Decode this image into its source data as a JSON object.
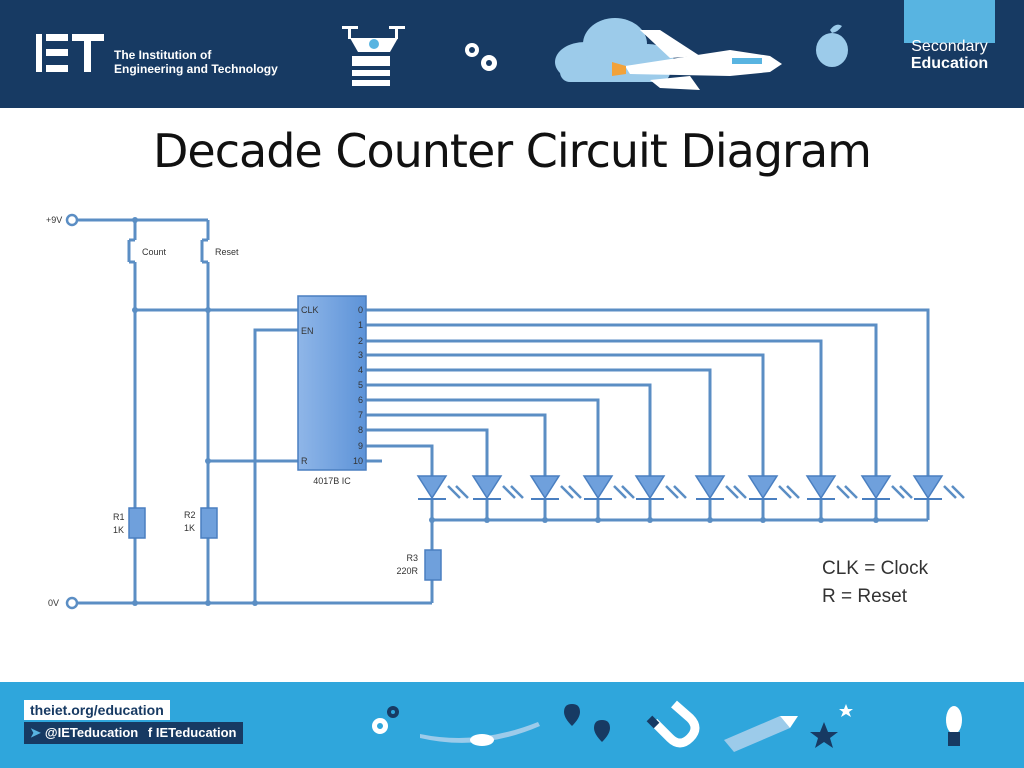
{
  "header": {
    "logo_letters": "IET",
    "org_line1": "The Institution of",
    "org_line2": "Engineering and Technology",
    "badge_top": "Secondary",
    "badge_bottom": "Education",
    "bg_color": "#173a63",
    "accent_color": "#58b4e1"
  },
  "title": "Decade Counter Circuit Diagram",
  "circuit": {
    "supply_label": "+9V",
    "ground_label": "0V",
    "switch_count": "Count",
    "switch_reset": "Reset",
    "ic_pins_left": [
      "CLK",
      "EN",
      "R"
    ],
    "ic_outputs": [
      "0",
      "1",
      "2",
      "3",
      "4",
      "5",
      "6",
      "7",
      "8",
      "9",
      "10"
    ],
    "ic_label": "4017B IC",
    "r1_name": "R1",
    "r1_value": "1K",
    "r2_name": "R2",
    "r2_value": "1K",
    "r3_name": "R3",
    "r3_value": "220R",
    "legend_clk": "CLK = Clock",
    "legend_r": "R = Reset",
    "wire_color": "#5b8ec4"
  },
  "footer": {
    "url": "theiet.org/education",
    "twitter": "@IETeducation",
    "facebook": "IETeducation",
    "bg_color": "#2fa6dc"
  }
}
